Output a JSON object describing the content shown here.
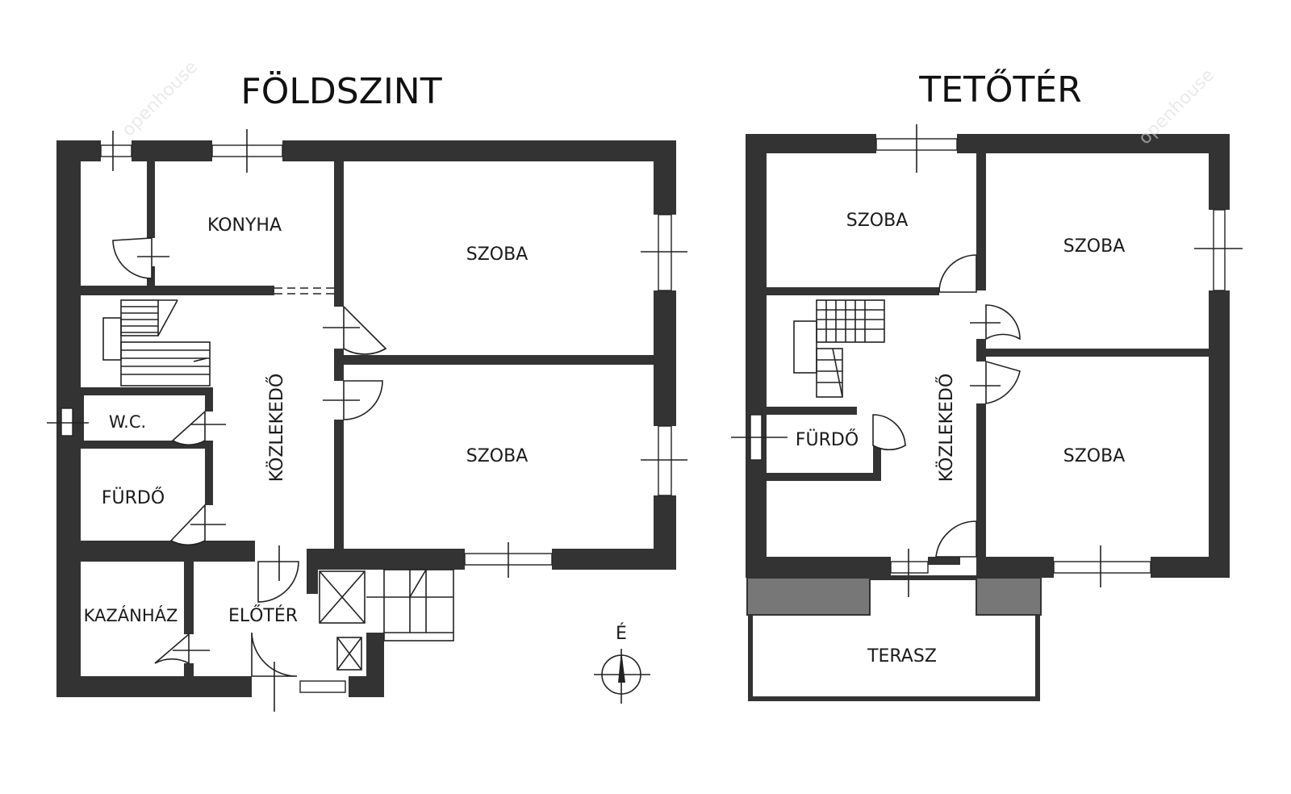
{
  "floors": {
    "ground": {
      "title": "FÖLDSZINT"
    },
    "attic": {
      "title": "TETŐTÉR"
    }
  },
  "rooms": {
    "ground": {
      "konyha": "KONYHA",
      "szoba1": "SZOBA",
      "szoba2": "SZOBA",
      "wc": "W.C.",
      "furdo": "FÜRDŐ",
      "kozlekedo": "KÖZLEKEDŐ",
      "kazanhaz": "KAZÁNHÁZ",
      "eloter": "ELŐTÉR"
    },
    "attic": {
      "szoba1": "SZOBA",
      "szoba2": "SZOBA",
      "szoba3": "SZOBA",
      "furdo": "FÜRDŐ",
      "kozlekedo": "KÖZLEKEDŐ",
      "terasz": "TERASZ"
    }
  },
  "compass": {
    "north_label": "É"
  },
  "watermark": {
    "text": "openhouse"
  }
}
